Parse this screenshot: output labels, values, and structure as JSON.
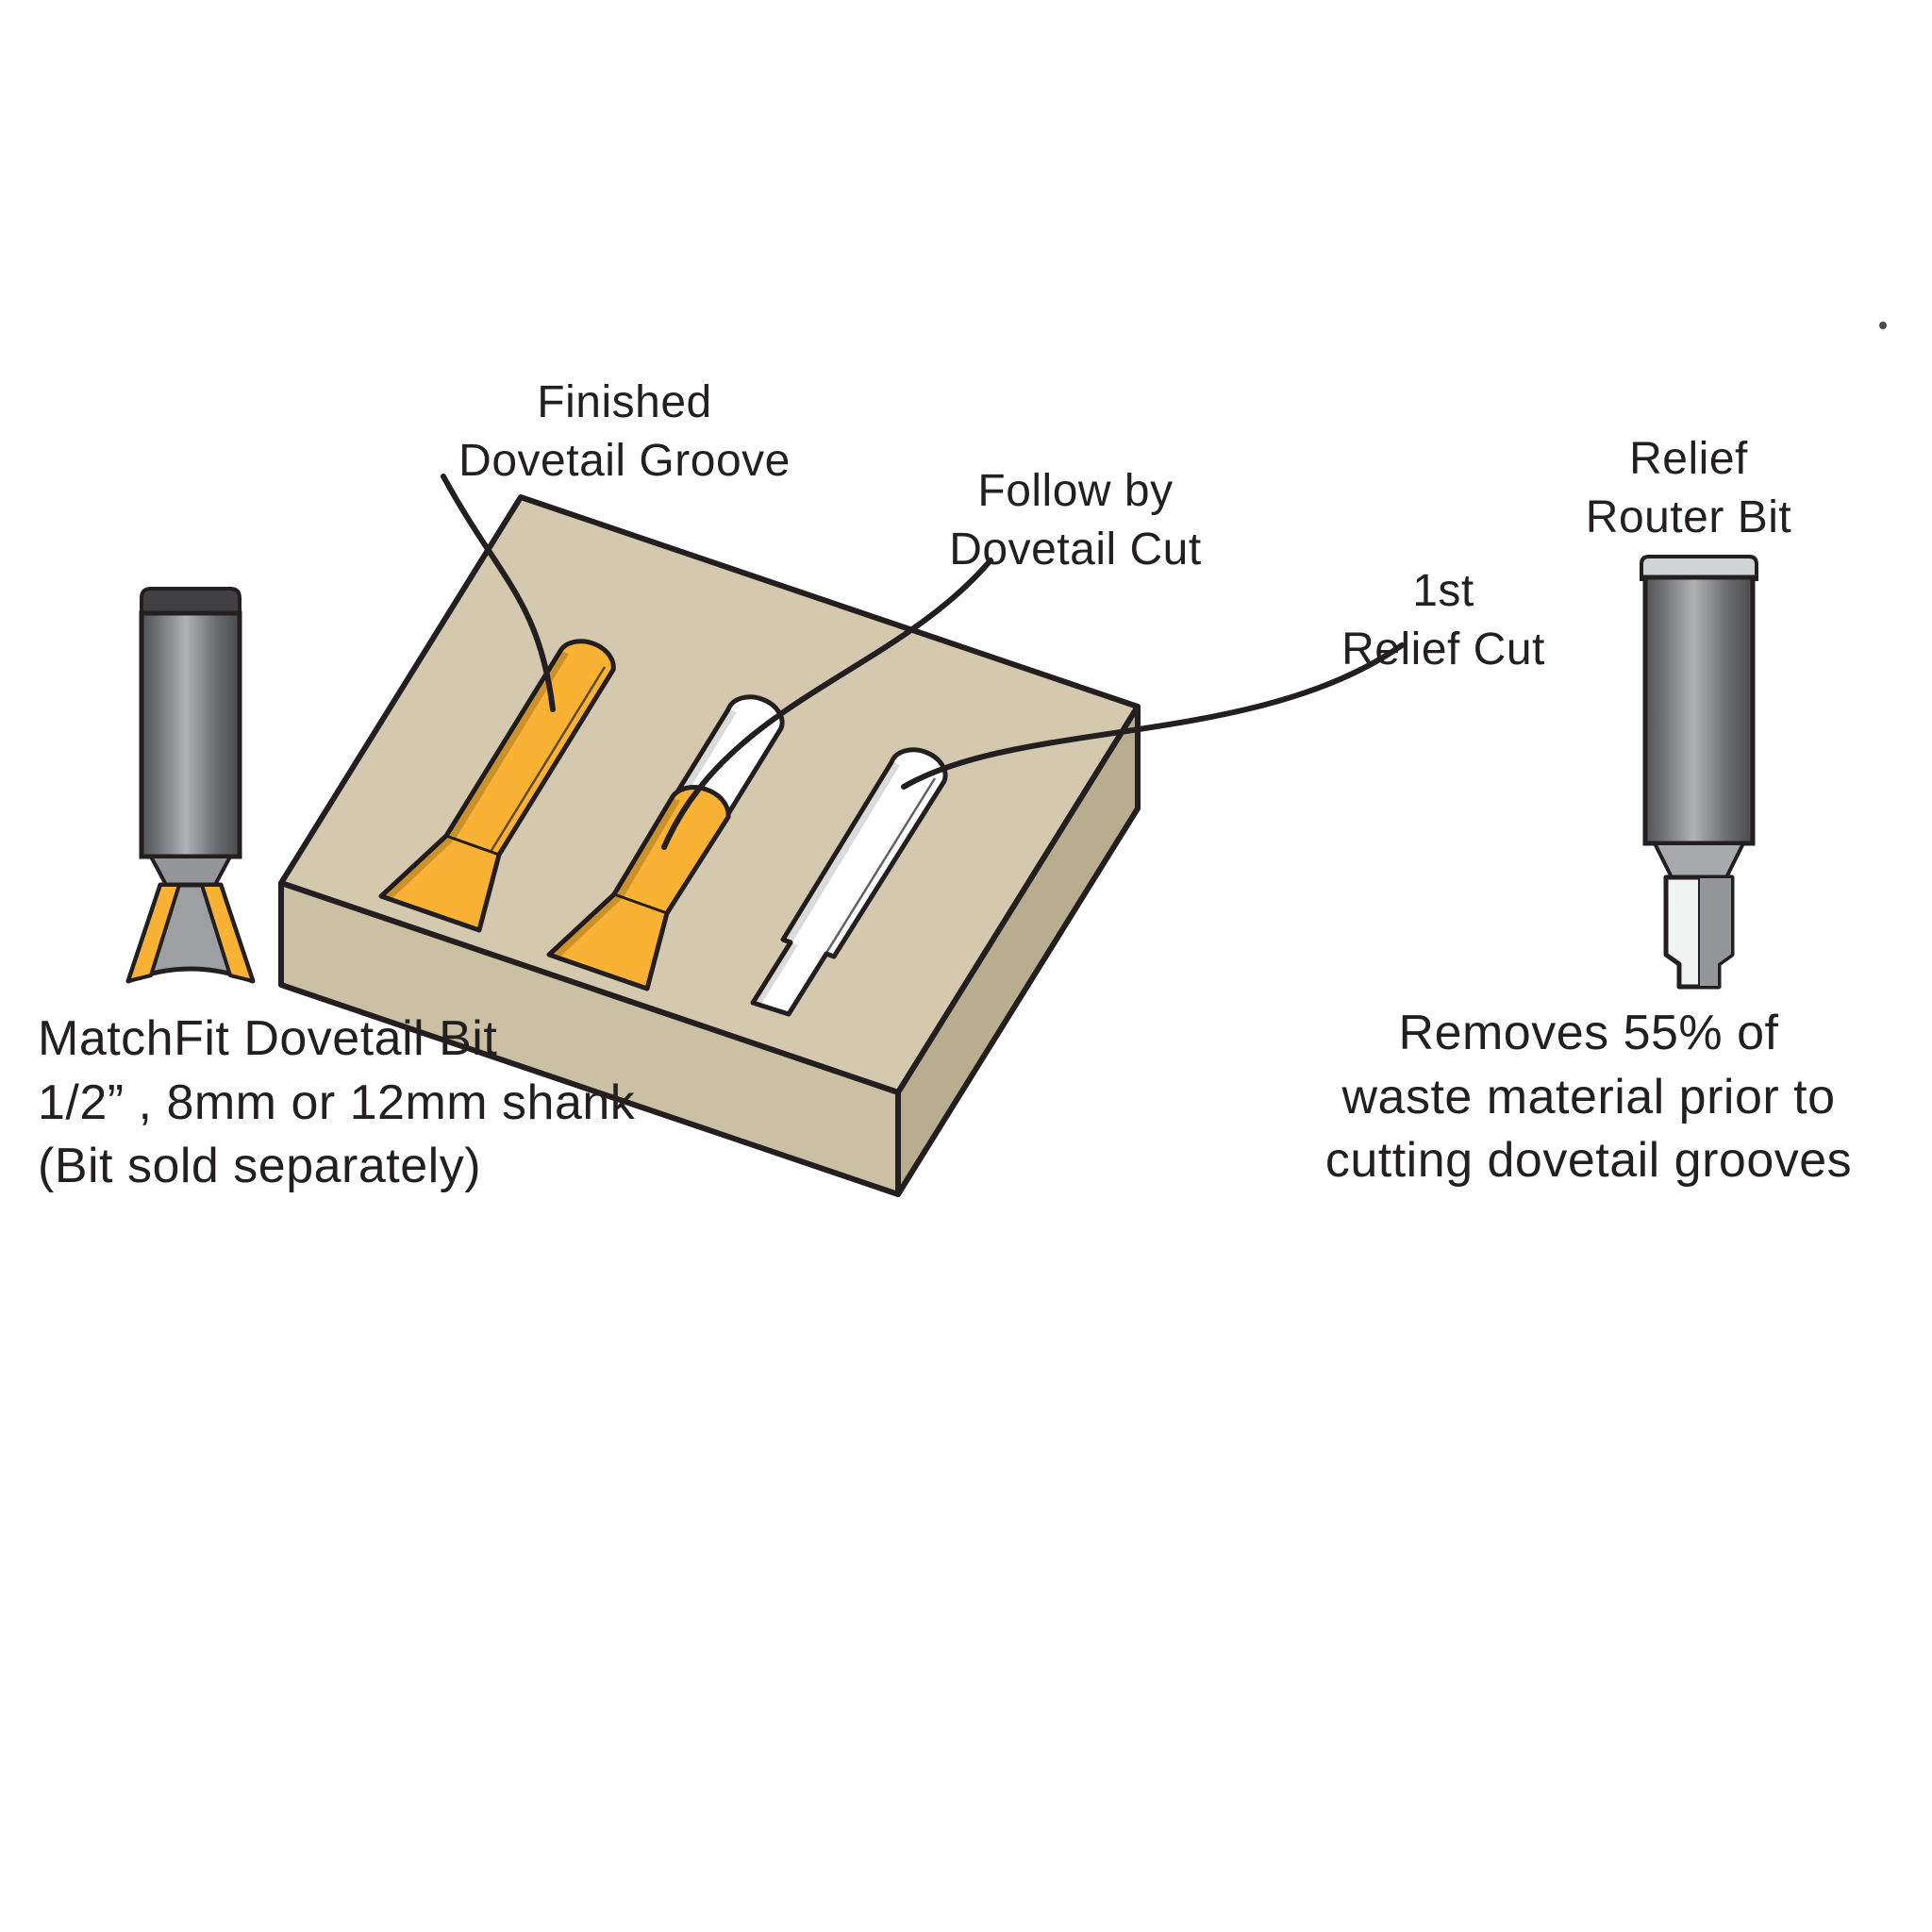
{
  "diagram": {
    "labels": {
      "finished_groove": "Finished\nDovetail Groove",
      "follow_by": "Follow by\nDovetail Cut",
      "first_relief_cut": "1st\nRelief Cut",
      "relief_router_bit": "Relief\nRouter Bit",
      "matchfit_bit": "MatchFit Dovetail Bit\n1/2” , 8mm or 12mm shank\n(Bit sold separately)",
      "relief_note": "Removes 55% of\nwaste material prior to\ncutting dovetail grooves"
    },
    "colors": {
      "wood_top": "#d4c9ae",
      "wood_front": "#ccc0a4",
      "wood_side": "#b9ad90",
      "accent_yellow": "#f9b233",
      "groove_white": "#ffffff",
      "outline": "#231f20"
    }
  }
}
